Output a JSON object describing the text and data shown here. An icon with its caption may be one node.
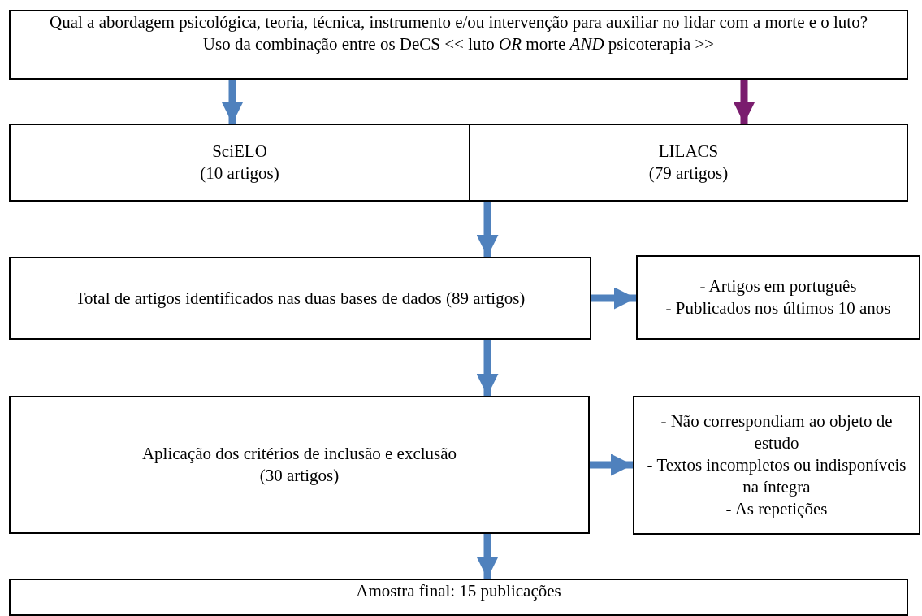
{
  "diagram": {
    "nodes": [
      {
        "text": [
          "Qual a abordagem psicológica, teoria, técnica, instrumento e/ou intervenção para auxiliar no lidar com a morte e o luto?",
          "Uso da combinação entre os DeCS  << luto *OR* morte *AND* psicoterapia >>"
        ]
      },
      {
        "text": [
          "SciELO",
          "(10 artigos)"
        ]
      },
      {
        "text": [
          "LILACS",
          "(79 artigos)"
        ]
      },
      {
        "text": [
          "Total de artigos identificados nas duas bases de dados (89 artigos)"
        ]
      },
      {
        "text": [
          "- Artigos em português",
          "- Publicados nos últimos 10 anos"
        ]
      },
      {
        "text": [
          "Aplicação dos critérios de inclusão e exclusão",
          "(30 artigos)"
        ]
      },
      {
        "text": [
          "- Não correspondiam ao objeto de estudo",
          "- Textos incompletos ou indisponíveis na íntegra",
          "- As repetições"
        ]
      },
      {
        "text": [
          "Amostra final: 15 publicações"
        ]
      }
    ],
    "edges": [
      {
        "from": 0,
        "to": 1,
        "arrow": "to"
      },
      {
        "from": 0,
        "to": 2,
        "arrow": "to",
        "color": "#7a1d6e"
      },
      {
        "from": 2,
        "to": 3,
        "arrow": "to"
      },
      {
        "from": 3,
        "to": 4,
        "arrow": "to"
      },
      {
        "from": 3,
        "to": 5,
        "arrow": "to"
      },
      {
        "from": 5,
        "to": 6,
        "arrow": "to"
      },
      {
        "from": 5,
        "to": 7,
        "arrow": "to"
      }
    ]
  }
}
